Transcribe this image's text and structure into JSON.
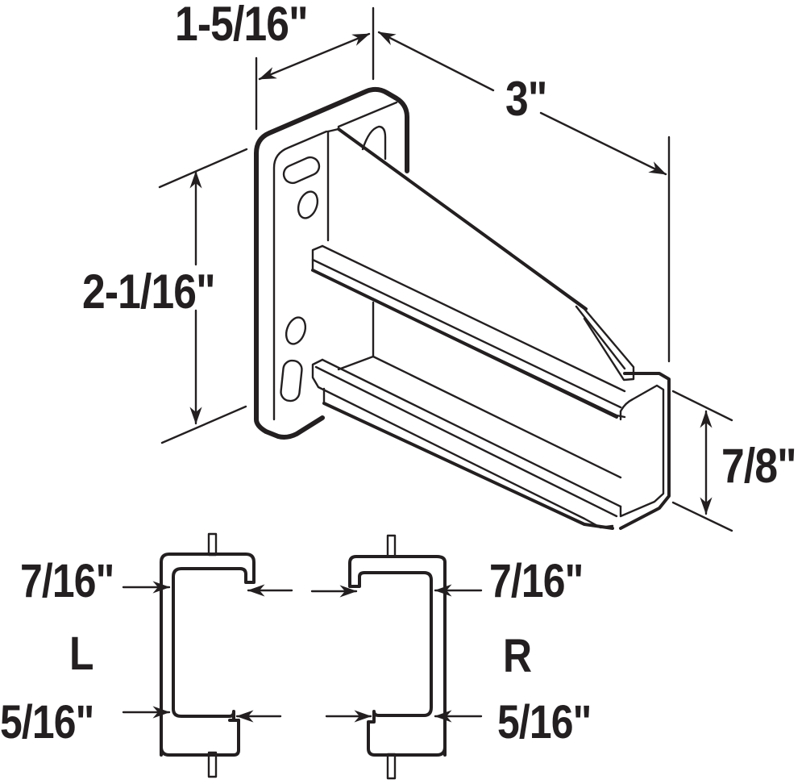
{
  "diagram": {
    "type": "technical-dimension-drawing",
    "subject": "drawer slide rear mounting bracket",
    "colors": {
      "line": "#231f20",
      "background": "#ffffff"
    },
    "dimensions": {
      "depth_top": "1-5/16\"",
      "length": "3\"",
      "height": "2-1/16\"",
      "channel_height": "7/8\""
    },
    "profiles": {
      "left": {
        "label": "L",
        "top_opening": "7/16\"",
        "bottom_opening": "5/16\""
      },
      "right": {
        "label": "R",
        "top_opening": "7/16\"",
        "bottom_opening": "5/16\""
      }
    }
  }
}
